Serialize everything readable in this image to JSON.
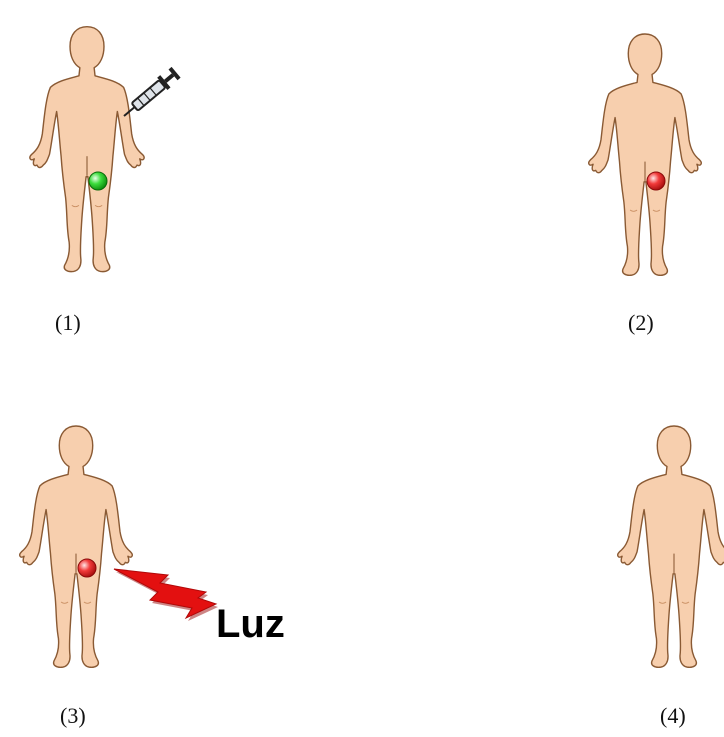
{
  "panels": [
    {
      "label": "(1)",
      "spot_color": "#22dd22",
      "tool": "syringe-icon"
    },
    {
      "label": "(2)",
      "spot_color": "#ee2222",
      "tool": ""
    },
    {
      "label": "(3)",
      "spot_color": "#ee2222",
      "tool": "lightning-icon"
    },
    {
      "label": "(4)",
      "spot_color": "",
      "tool": ""
    }
  ],
  "light_label": "Luz",
  "colors": {
    "skin": "#f7cfae",
    "outline": "#8a5a34",
    "bolt": "#e31010"
  }
}
